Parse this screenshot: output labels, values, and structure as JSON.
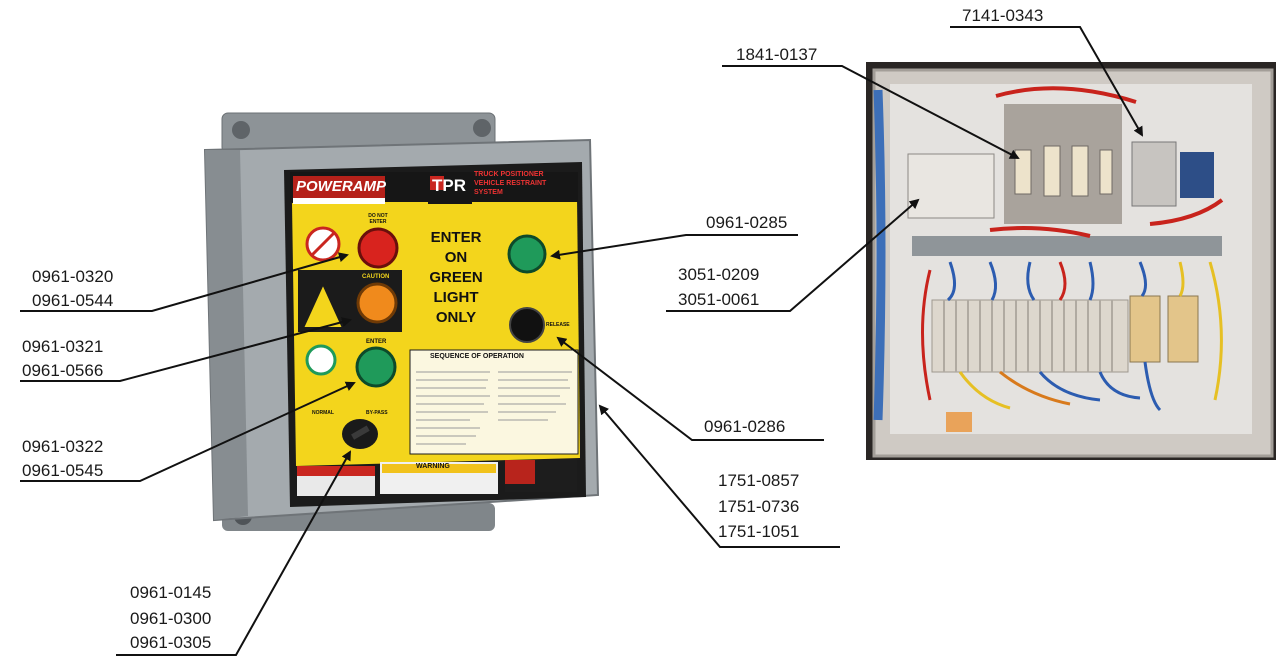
{
  "panel": {
    "brand": "POWERAMP",
    "logo": "TPR",
    "header_line1": "TRUCK POSITIONER",
    "header_line2": "VEHICLE RESTRAINT",
    "header_line3": "SYSTEM",
    "enter_line1": "ENTER",
    "enter_line2": "ON",
    "enter_line3": "GREEN",
    "enter_line4": "LIGHT",
    "enter_line5": "ONLY",
    "label_do_not_enter": "DO NOT ENTER",
    "label_caution": "CAUTION",
    "label_enter": "ENTER",
    "label_release": "RELEASE",
    "label_normal": "NORMAL",
    "label_bypass": "BY-PASS",
    "sequence_title": "SEQUENCE OF OPERATION",
    "warning_label": "WARNING",
    "colors": {
      "red_light": "#d8231e",
      "amber_light": "#f08a1c",
      "green_light": "#1f9a5a",
      "face_yellow": "#f3d51c",
      "enclosure": "#9aa0a4"
    }
  },
  "callouts": {
    "c_7141": "7141-0343",
    "c_1841": "1841-0137",
    "c_0285": "0961-0285",
    "c_3051a": "3051-0209",
    "c_3051b": "3051-0061",
    "c_0320": "0961-0320",
    "c_0544": "0961-0544",
    "c_0321": "0961-0321",
    "c_0566": "0961-0566",
    "c_0322": "0961-0322",
    "c_0545": "0961-0545",
    "c_0286": "0961-0286",
    "c_1751a": "1751-0857",
    "c_1751b": "1751-0736",
    "c_1751c": "1751-1051",
    "c_0145": "0961-0145",
    "c_0300": "0961-0300",
    "c_0305": "0961-0305"
  }
}
